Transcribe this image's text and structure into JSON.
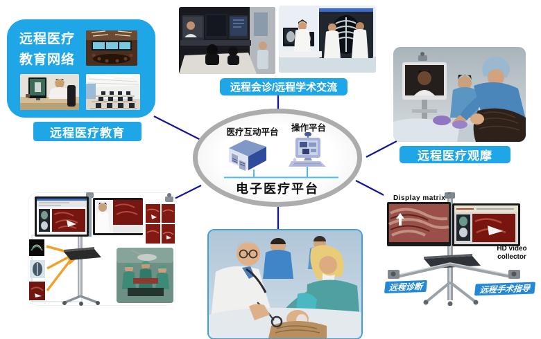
{
  "education": {
    "network_title_line1": "远程医疗",
    "network_title_line2": "教育网络",
    "caption": "远程医疗教育"
  },
  "consultation": {
    "caption": "远程会诊/远程学术交流"
  },
  "observation": {
    "caption": "远程医疗观摩"
  },
  "center": {
    "interactive_platform_label": "医疗互动平台",
    "operation_platform_label": "操作平台",
    "platform_title": "电子医疗平台"
  },
  "guidance": {
    "display_matrix_label": "Display matrix",
    "hd_video_line1": "HD video",
    "hd_video_line2": "collector",
    "diagnosis_caption": "远程诊断",
    "surgery_guidance_caption": "远程手术指导"
  },
  "colors": {
    "accent_blue": "#1ea6e6",
    "deep_label_blue": "#2388d8",
    "connector_navy": "#151599",
    "ellipse_border_gray": "#acacac",
    "cyan_link": "#49beec",
    "arrow_orange": "#efa229"
  }
}
